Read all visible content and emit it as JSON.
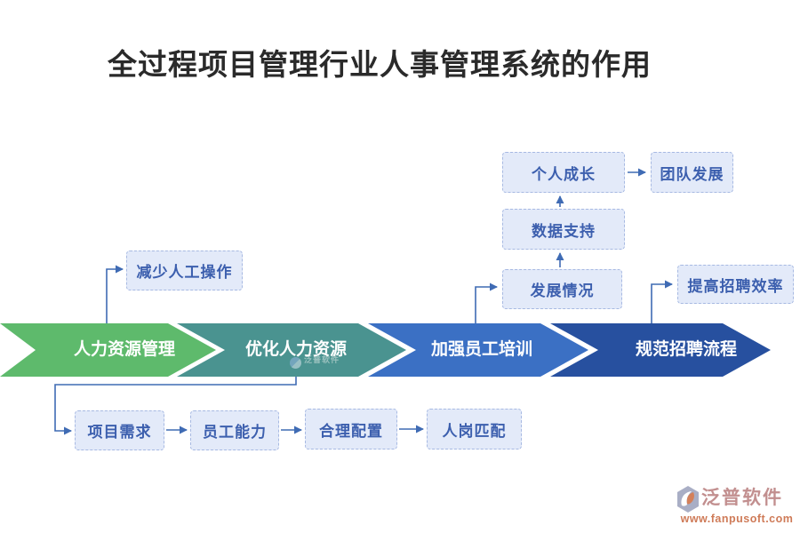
{
  "title": "全过程项目管理行业人事管理系统的作用",
  "flow_chevrons": [
    {
      "label": "人力资源管理",
      "color": "#5eba6c"
    },
    {
      "label": "优化人力资源",
      "color": "#4a9390"
    },
    {
      "label": "加强员工培训",
      "color": "#3b70c4"
    },
    {
      "label": "规范招聘流程",
      "color": "#27509f"
    }
  ],
  "nodes": {
    "reduce_manual": "减少人工操作",
    "personal_growth": "个人成长",
    "team_development": "团队发展",
    "data_support": "数据支持",
    "development_status": "发展情况",
    "improve_recruitment": "提高招聘效率",
    "project_demand": "项目需求",
    "employee_ability": "员工能力",
    "reasonable_allocation": "合理配置",
    "person_post_match": "人岗匹配"
  },
  "colors": {
    "node_fill": "#e3eaf9",
    "node_border": "#a7b9e2",
    "node_text": "#3c5fae",
    "connector": "#3f6bb4",
    "title_text": "#2a2a2a",
    "logo_name": "#c28f8f",
    "logo_url": "#cf7b58"
  },
  "watermark": {
    "text": "泛普软件"
  },
  "logo": {
    "name": "泛普软件",
    "url": "www.fanpusoft.com"
  }
}
